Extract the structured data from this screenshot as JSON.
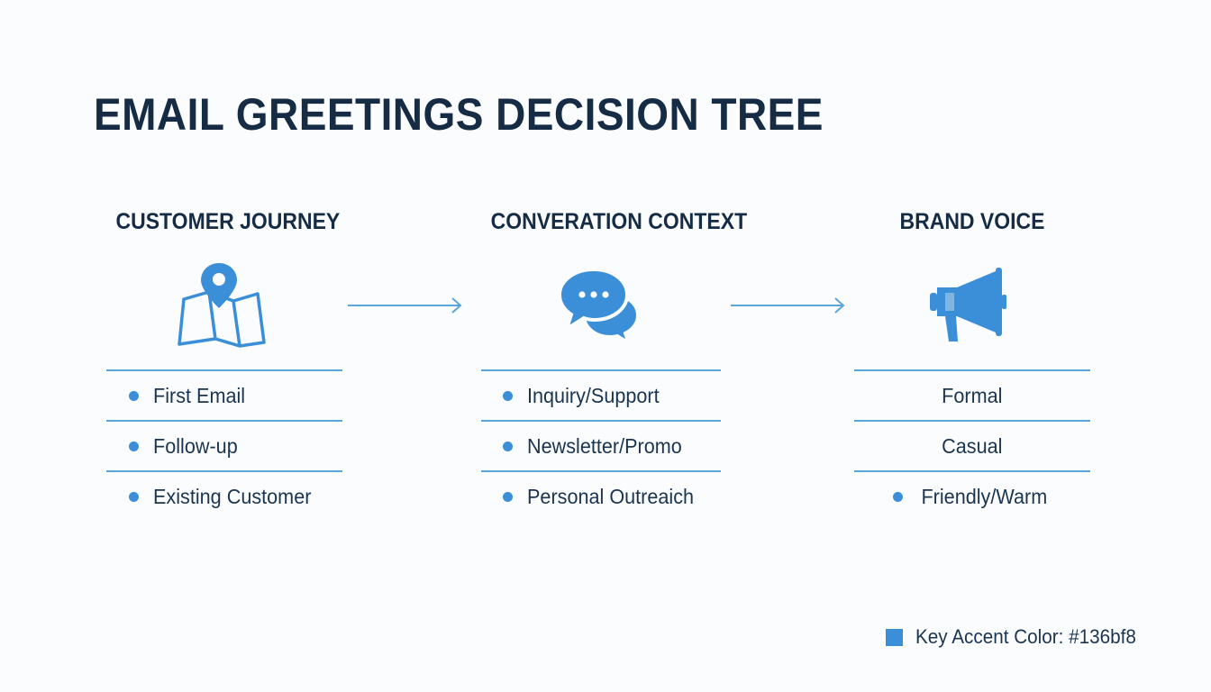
{
  "title": "EMAIL GREETINGS DECISION TREE",
  "colors": {
    "accent": "#3a8fd8",
    "divider": "#5aa6db",
    "heading": "#162c45",
    "stated_accent": "#136bf8"
  },
  "columns": [
    {
      "header": "CUSTOMER JOURNEY",
      "icon": "map-pin-icon",
      "items": [
        {
          "label": "First Email",
          "bullet": true
        },
        {
          "label": "Follow-up",
          "bullet": true
        },
        {
          "label": "Existing Customer",
          "bullet": true
        }
      ]
    },
    {
      "header": "CONVERATION CONTEXT",
      "icon": "chat-bubbles-icon",
      "items": [
        {
          "label": "Inquiry/Support",
          "bullet": true
        },
        {
          "label": "Newsletter/Promo",
          "bullet": true
        },
        {
          "label": "Personal Outreaich",
          "bullet": true
        }
      ]
    },
    {
      "header": "BRAND VOICE",
      "icon": "megaphone-icon",
      "items": [
        {
          "label": "Formal",
          "bullet": false
        },
        {
          "label": "Casual",
          "bullet": false
        },
        {
          "label": "Friendly/Warm",
          "bullet": true
        }
      ]
    }
  ],
  "legend": {
    "label": "Key Accent Color: #136bf8"
  }
}
